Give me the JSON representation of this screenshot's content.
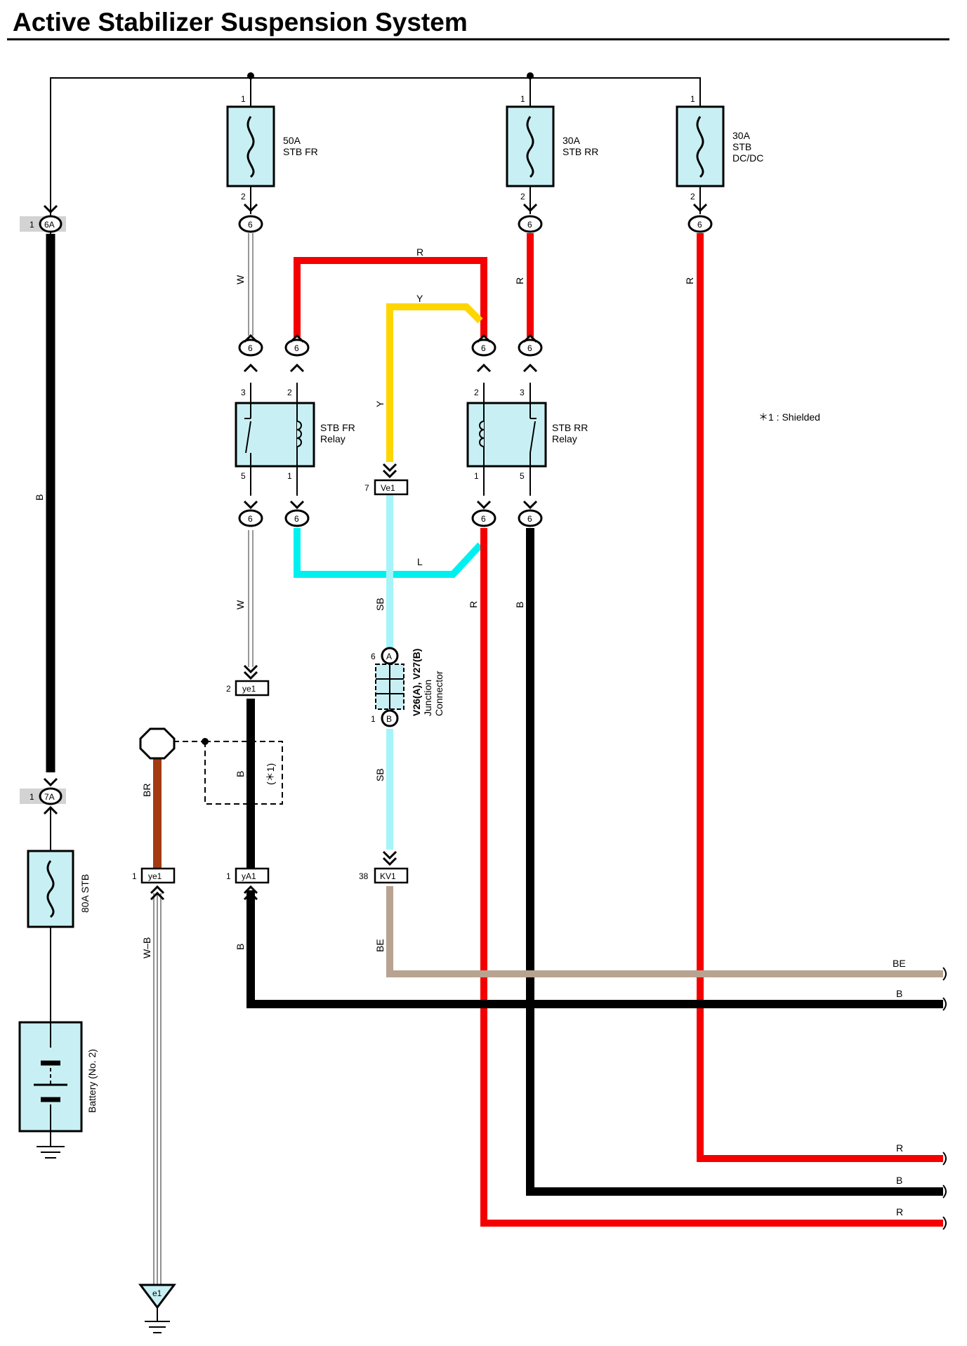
{
  "title": "Active Stabilizer Suspension System",
  "note": "＊1 : Shielded",
  "fuses": {
    "stb_fr": {
      "amp": "50A",
      "name": "STB FR",
      "pin_in": "1",
      "pin_out": "2"
    },
    "stb_rr": {
      "amp": "30A",
      "name": "STB RR",
      "pin_in": "1",
      "pin_out": "2"
    },
    "stb_dcdc": {
      "amp": "30A",
      "name1": "STB",
      "name2": "DC/DC",
      "pin_in": "1",
      "pin_out": "2"
    },
    "stb_80a": {
      "label": "80A STB"
    }
  },
  "relays": {
    "fr": {
      "name1": "STB FR",
      "name2": "Relay",
      "pin3": "3",
      "pin2": "2",
      "pin5": "5",
      "pin1": "1"
    },
    "rr": {
      "name1": "STB RR",
      "name2": "Relay",
      "pin3": "3",
      "pin2": "2",
      "pin5": "5",
      "pin1": "1"
    }
  },
  "battery": {
    "label": "Battery (No. 2)"
  },
  "junction": {
    "line1": "V26(A), V27(B)",
    "line2": "Junction",
    "line3": "Connector",
    "a": "A",
    "b": "B",
    "pin_a": "6",
    "pin_b": "1"
  },
  "connectors": {
    "c6": "6",
    "c6a": "6A",
    "c7a": "7A",
    "c6a_pin": "1",
    "c7a_pin": "1",
    "ve1": "Ve1",
    "ve1_pin": "7",
    "ye1_top": "ye1",
    "ye1_top_pin": "2",
    "ye1_left": "ye1",
    "ye1_left_pin": "1",
    "ya1": "yA1",
    "ya1_pin": "1",
    "kv1": "KV1",
    "kv1_pin": "38",
    "e1": "e1"
  },
  "shield": {
    "label": "(＊1)"
  },
  "wires": {
    "w_top": "W",
    "w_bottom": "W",
    "r_top": "R",
    "y_top": "Y",
    "y_side": "Y",
    "r_mid": "R",
    "r_right": "R",
    "b_left": "B",
    "l_cross": "L",
    "sb_upper": "SB",
    "r_lower": "R",
    "b_lower": "B",
    "br": "BR",
    "b_shield": "B",
    "sb_lower": "SB",
    "wb": "W–B",
    "b_ya1": "B",
    "be_kv1": "BE",
    "out_be": "BE",
    "out_b1": "B",
    "out_r1": "R",
    "out_b2": "B",
    "out_r2": "R"
  },
  "colors": {
    "red": "#f40000",
    "yellow": "#ffd500",
    "cyan": "#00f0f0",
    "light_blue": "#a6f4fa",
    "brown": "#a33a12",
    "beige": "#b8a391",
    "black": "#000000",
    "component_fill": "#c8f0f4"
  }
}
